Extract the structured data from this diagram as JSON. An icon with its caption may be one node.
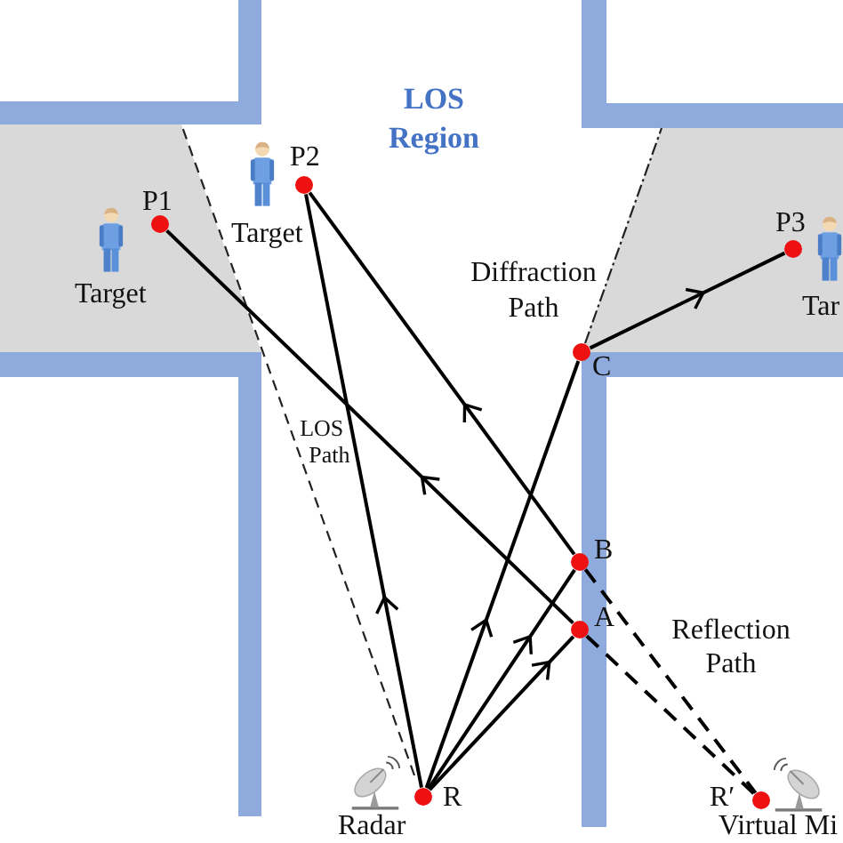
{
  "diagram": {
    "nodes": [
      {
        "text": [],
        "shape": "circle",
        "beside": [
          "P1",
          "Target"
        ]
      },
      {
        "text": [],
        "shape": "circle",
        "beside": [
          "P2",
          "Target"
        ]
      },
      {
        "text": [],
        "shape": "circle",
        "beside": [
          "P3",
          "Tar"
        ]
      },
      {
        "text": [],
        "shape": "circle",
        "beside": [
          "C"
        ]
      },
      {
        "text": [],
        "shape": "circle",
        "beside": [
          "B"
        ]
      },
      {
        "text": [],
        "shape": "circle",
        "beside": [
          "A"
        ]
      },
      {
        "text": [],
        "shape": "circle",
        "beside": [
          "R",
          "Radar"
        ]
      },
      {
        "text": [],
        "shape": "circle",
        "beside": [
          "R′",
          "Virtual Mi"
        ]
      }
    ],
    "edges": [
      {
        "from": 6,
        "to": 5,
        "arrow": "to"
      },
      {
        "from": 5,
        "to": 0,
        "arrow": "to"
      },
      {
        "from": 6,
        "to": 4,
        "arrow": "to"
      },
      {
        "from": 4,
        "to": 1,
        "arrow": "to"
      },
      {
        "from": 6,
        "to": 1,
        "arrow": "to"
      },
      {
        "from": 6,
        "to": 3,
        "arrow": "to"
      },
      {
        "from": 3,
        "to": 2,
        "arrow": "to"
      },
      {
        "from": 5,
        "to": 7,
        "arrow": "none",
        "style": "dashed"
      },
      {
        "from": 4,
        "to": 7,
        "arrow": "none",
        "style": "dashed"
      }
    ],
    "labels": [
      "LOS Region",
      "Diffraction Path",
      "LOS Path",
      "Reflection Path"
    ]
  }
}
